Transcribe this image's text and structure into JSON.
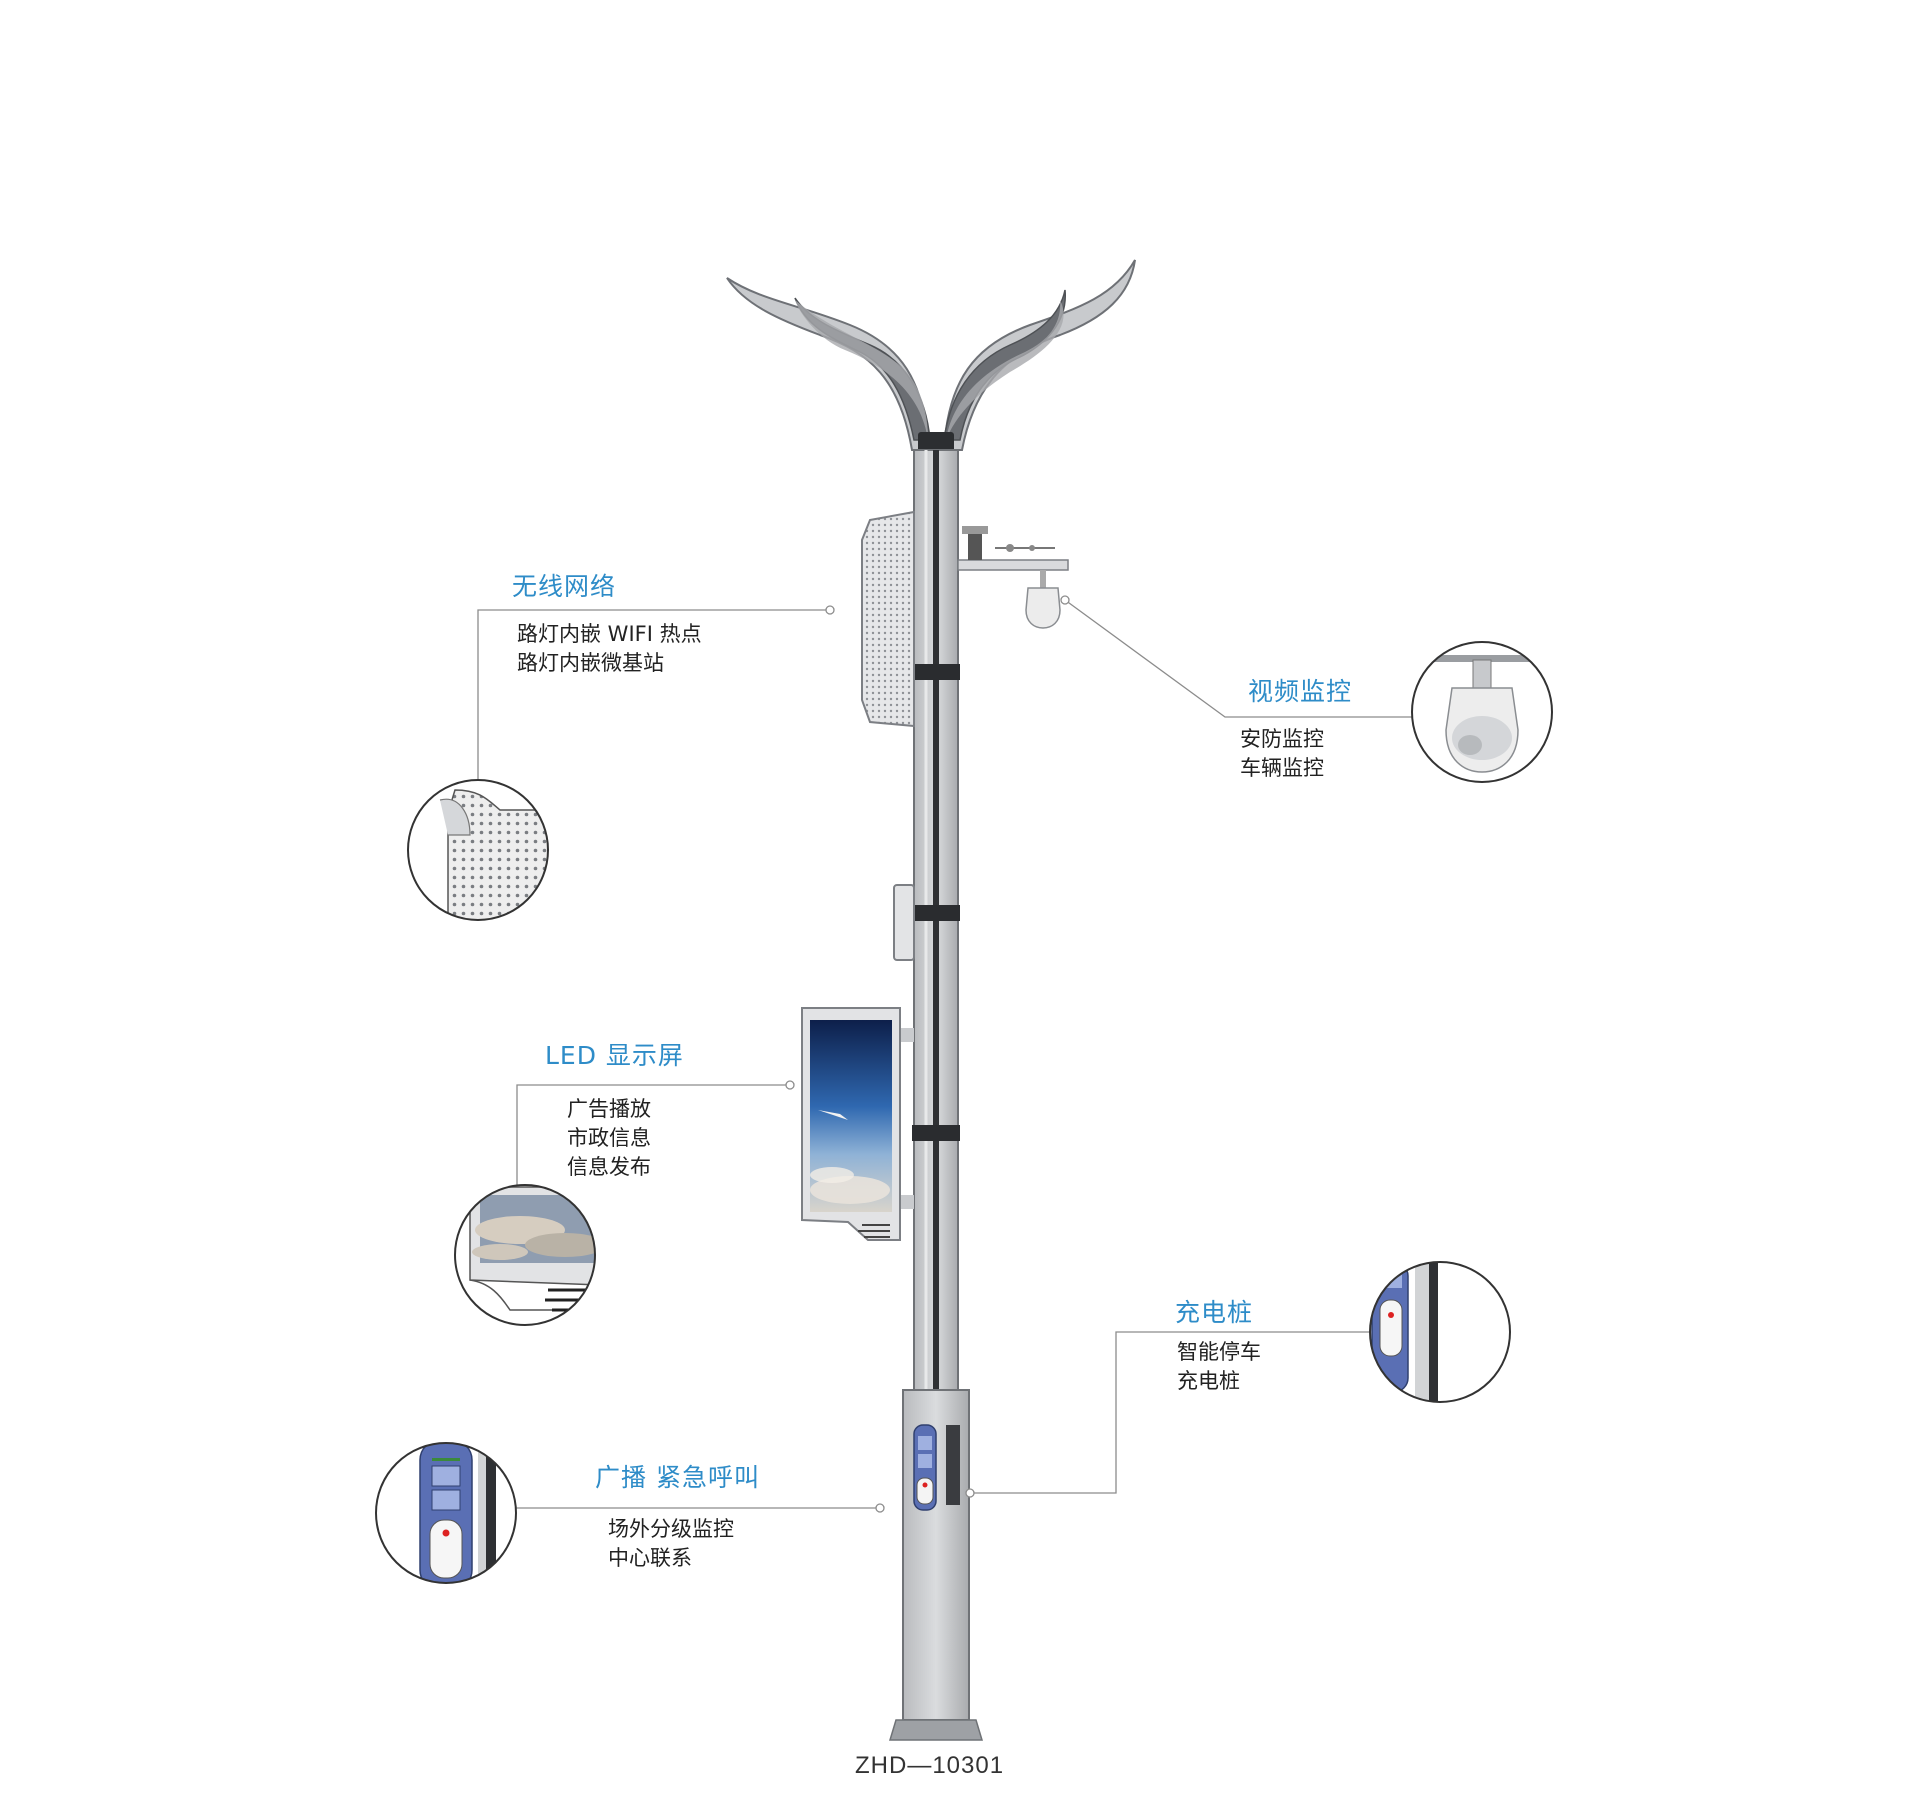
{
  "model_number": "ZHD—10301",
  "colors": {
    "accent": "#2e8cc8",
    "text": "#222222",
    "pole": "#c4c6c9",
    "pole_dark": "#7d8085",
    "leader": "#8c8c8c"
  },
  "callouts": {
    "wifi": {
      "title": "无线网络",
      "lines": [
        "路灯内嵌 WIFI 热点",
        "路灯内嵌微基站"
      ],
      "icon": "speaker-grille-detail-icon"
    },
    "camera": {
      "title": "视频监控",
      "lines": [
        "安防监控",
        "车辆监控"
      ],
      "icon": "dome-camera-icon"
    },
    "led": {
      "title": "LED 显示屏",
      "lines": [
        "广告播放",
        "市政信息",
        "信息发布"
      ],
      "icon": "led-screen-detail-icon"
    },
    "charging": {
      "title": "充电桩",
      "lines": [
        "智能停车",
        "充电桩"
      ],
      "icon": "charging-port-detail-icon"
    },
    "broadcast": {
      "title": "广播 紧急呼叫",
      "lines": [
        "场外分级监控",
        "中心联系"
      ],
      "icon": "emergency-call-panel-icon"
    }
  }
}
